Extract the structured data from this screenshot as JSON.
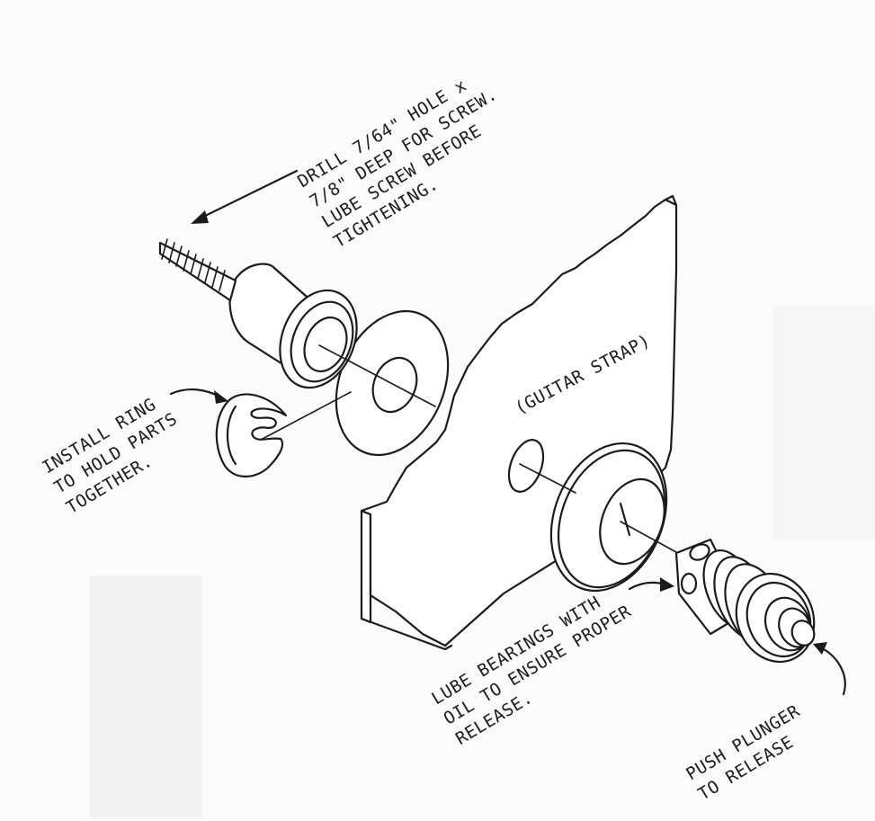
{
  "labels": {
    "drill": [
      "DRILL 7/64\" HOLE x",
      "7/8\" DEEP FOR SCREW.",
      "LUBE SCREW BEFORE",
      "TIGHTENING."
    ],
    "ring": [
      "INSTALL RING",
      "TO HOLD PARTS",
      "TOGETHER."
    ],
    "strap": "(GUITAR STRAP)",
    "lube": [
      "LUBE BEARINGS WITH",
      "OIL TO ENSURE PROPER",
      "RELEASE."
    ],
    "plunger": [
      "PUSH PLUNGER",
      "TO RELEASE"
    ]
  }
}
